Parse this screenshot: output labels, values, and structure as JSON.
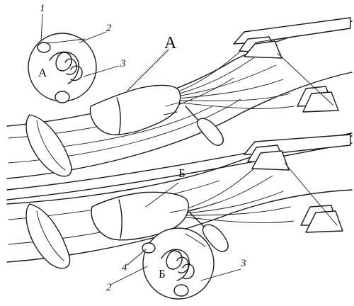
{
  "labels": {
    "top_main": "А",
    "top_detail_letter": "А",
    "bottom_main": "Б",
    "bottom_detail_letter": "Б",
    "callout_1": "1",
    "callout_2_top": "2",
    "callout_3_top": "3",
    "callout_4": "4",
    "callout_2_bottom": "2",
    "callout_3_bottom": "3"
  }
}
